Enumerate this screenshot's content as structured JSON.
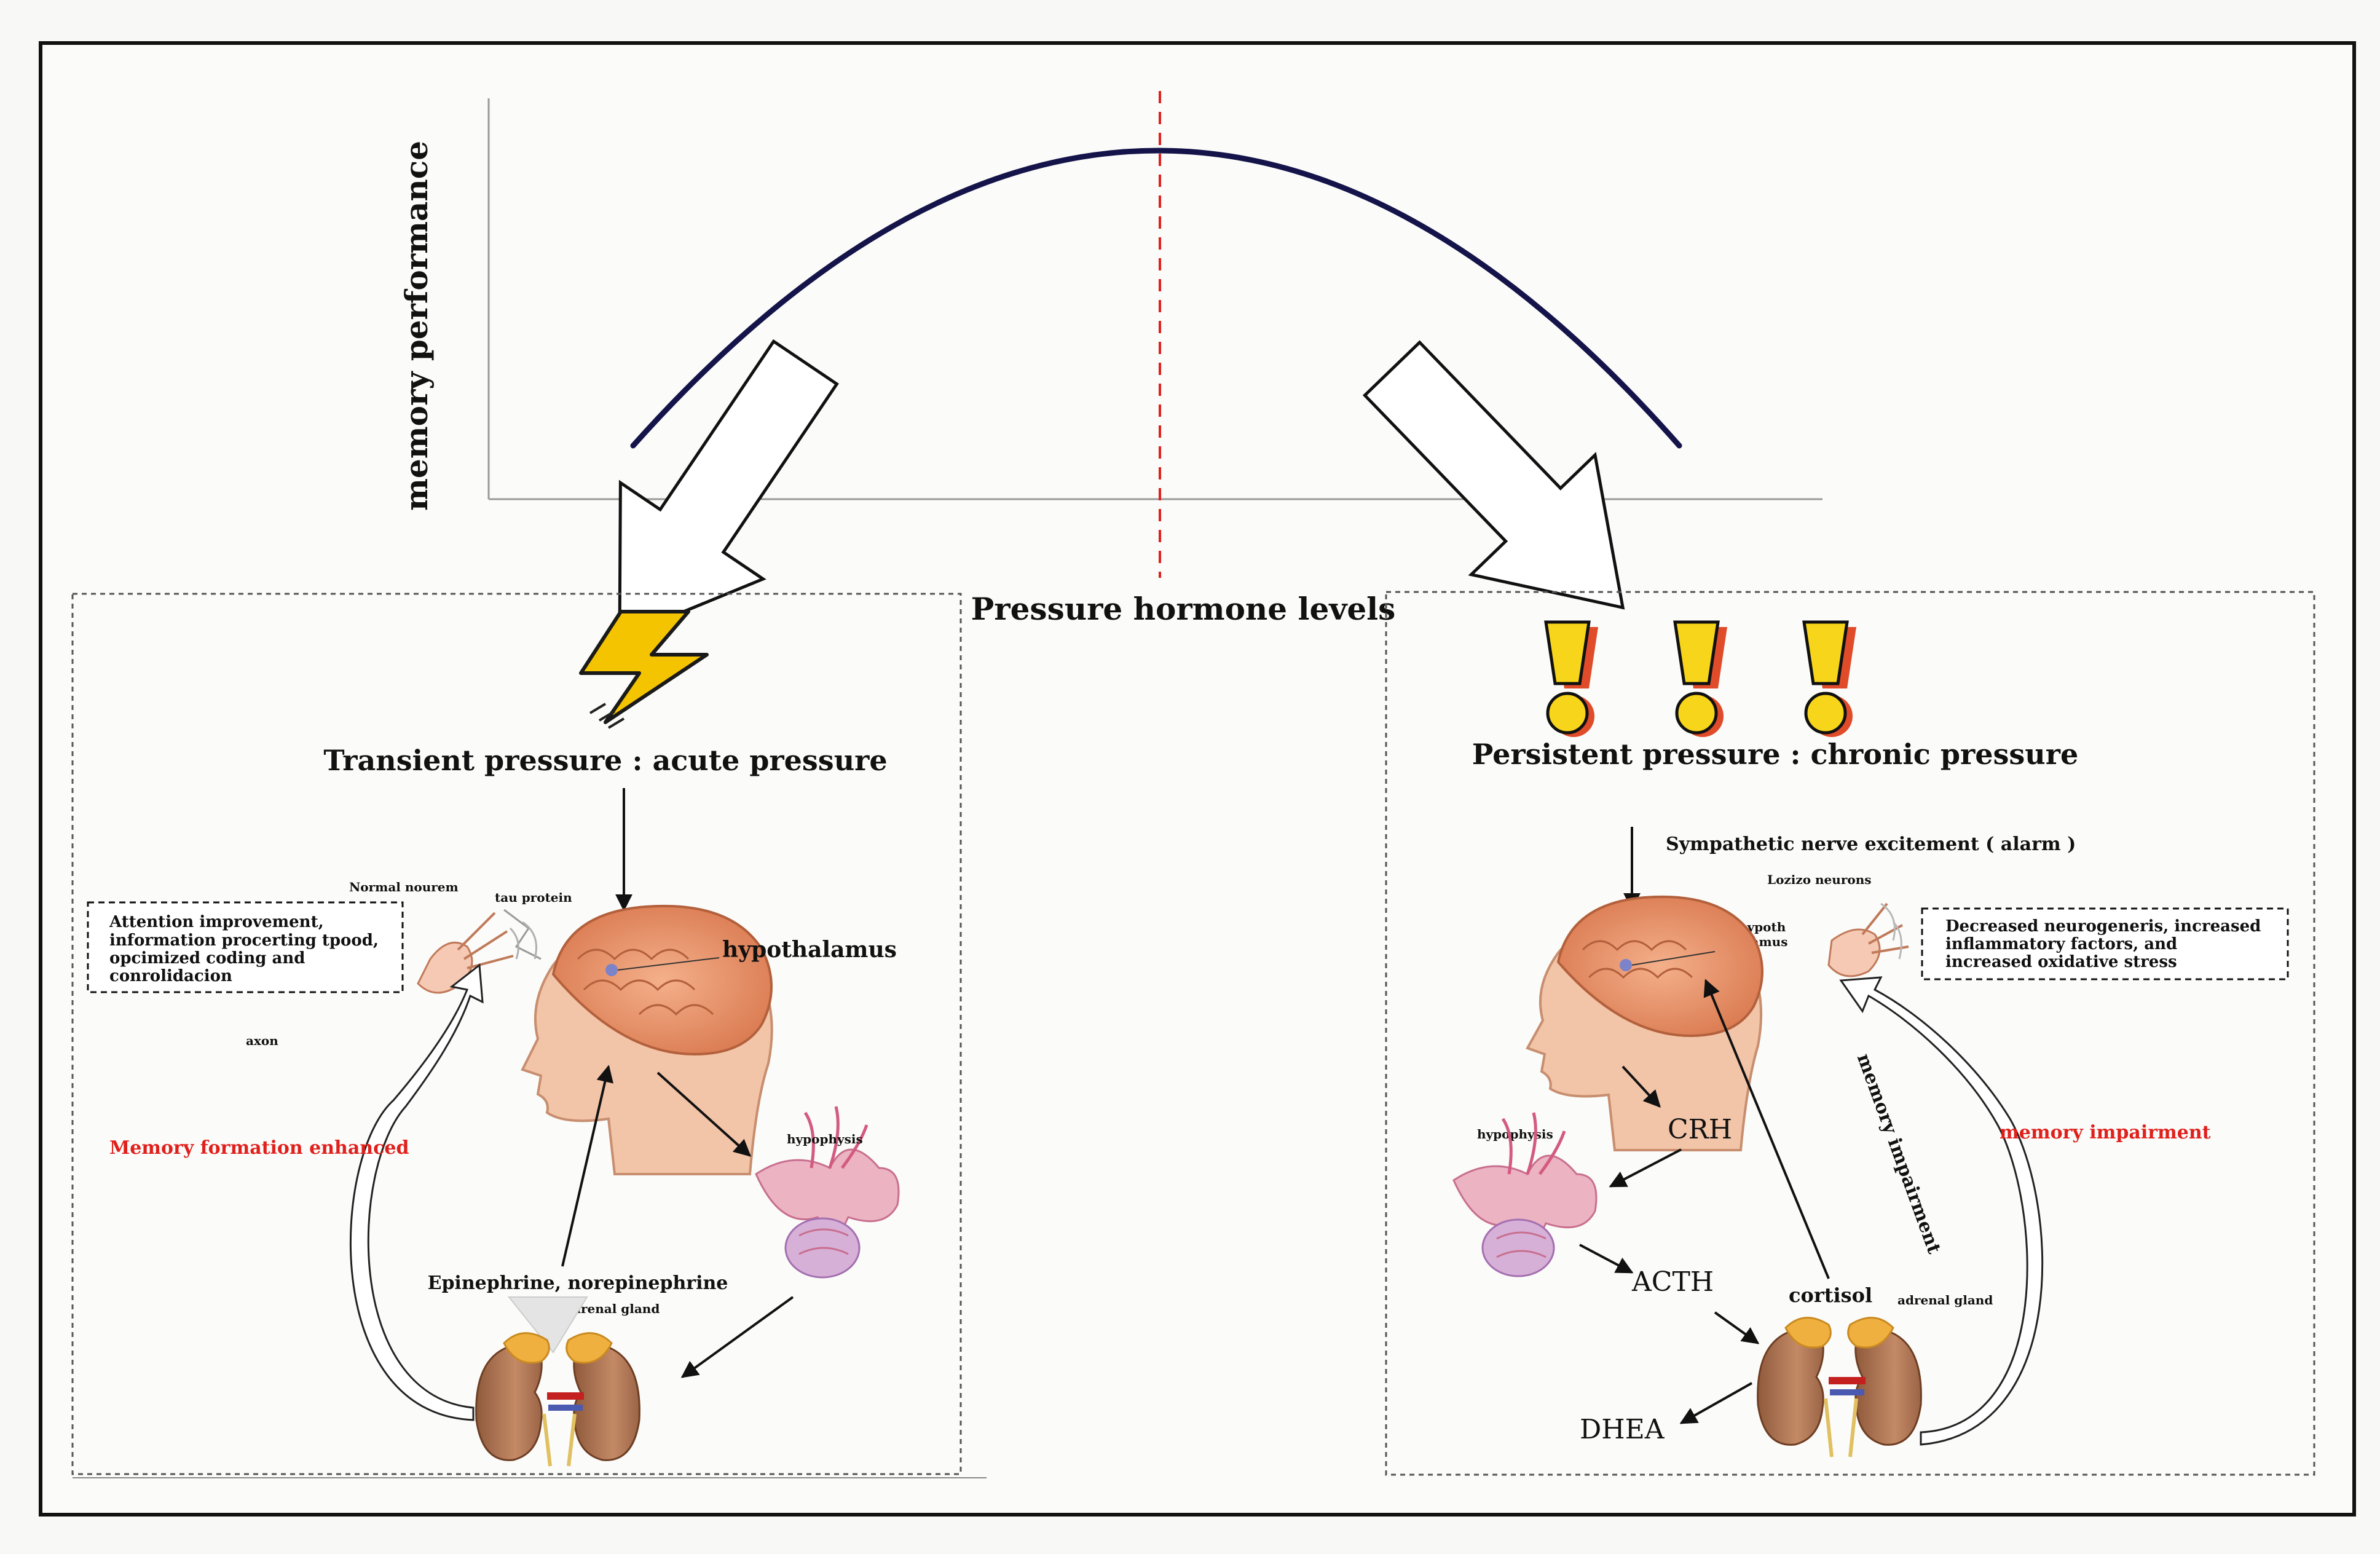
{
  "graph": {
    "y_axis_label": "memory performance",
    "x_axis_label": "Pressure hormone levels"
  },
  "acute": {
    "title": "Transient pressure : acute pressure",
    "neuron_label": "Normal nourem",
    "protein_label": "tau protein",
    "info_lines": [
      "Attention improvement,",
      "information procerting tpood,",
      "opcimized coding and",
      "conrolidacion"
    ],
    "axon_label": "axon",
    "effect_label": "Memory formation enhanced",
    "hypothalamus_label": "hypothalamus",
    "hypophysis_label": "hypophysis",
    "hormone_label": "Epinephrine, norepinephrine",
    "adrenal_label": "adrenal gland"
  },
  "chronic": {
    "title": "Persistent pressure : chronic pressure",
    "sympathetic_label": "Sympathetic nerve excitement ( alarm )",
    "neuron_label": "Lozizo neurons",
    "hypoth_line1": "hypoth",
    "hypoth_line2": "alamus",
    "info_lines": [
      "Decreased neurogeneris, increased",
      "inflammatory factors, and",
      "increased oxidative stress"
    ],
    "effect_label": "memory impairment",
    "rotated_label": "memory impairment",
    "hypophysis_label": "hypophysis",
    "crh_label": "CRH",
    "acth_label": "ACTH",
    "dhea_label": "DHEA",
    "cortisol_label": "cortisol",
    "adrenal_label": "adrenal gland"
  },
  "colors": {
    "curve": "#14144a",
    "divider": "#e0201c",
    "emphasis_red": "#e0201c",
    "bolt": "#f5c400",
    "exclaim_yellow": "#f7d51a",
    "exclaim_shadow": "#e04b2a",
    "skin": "#f2c4a8",
    "brain": "#e8916a",
    "kidney": "#b07a5a",
    "adrenal_cap": "#f0b040",
    "pituitary": "#e890a8"
  }
}
